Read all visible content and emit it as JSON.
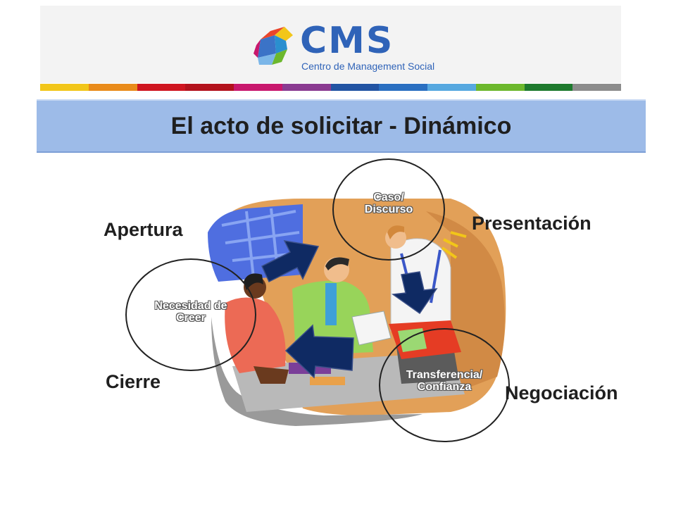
{
  "logo": {
    "word": "CMS",
    "tagline": "Centro de Management Social"
  },
  "strip_colors": [
    "#f2c619",
    "#e98b1a",
    "#cf1520",
    "#b3121c",
    "#c8186d",
    "#8a3b91",
    "#2254a3",
    "#2a6fc1",
    "#56a8e0",
    "#6cb82d",
    "#1e7a2e",
    "#8c8c8c"
  ],
  "title": "El acto de solicitar - Dinámico",
  "stages": {
    "apertura": "Apertura",
    "presentacion": "Presentación",
    "cierre": "Cierre",
    "negociacion": "Negociación"
  },
  "circles": {
    "caso": [
      "Caso/",
      "Discurso"
    ],
    "necesidad": [
      "Necesidad de",
      "Creer"
    ],
    "transferencia": [
      "Transferencia/",
      "Confianza"
    ]
  },
  "colors": {
    "title_bar": "#9dbbe8",
    "brand_blue": "#2f63b8",
    "arrow": "#0f2a63"
  },
  "icons": [
    "cms-logo-icon",
    "right-arrow-icon",
    "down-arrow-icon",
    "left-arrow-icon"
  ]
}
